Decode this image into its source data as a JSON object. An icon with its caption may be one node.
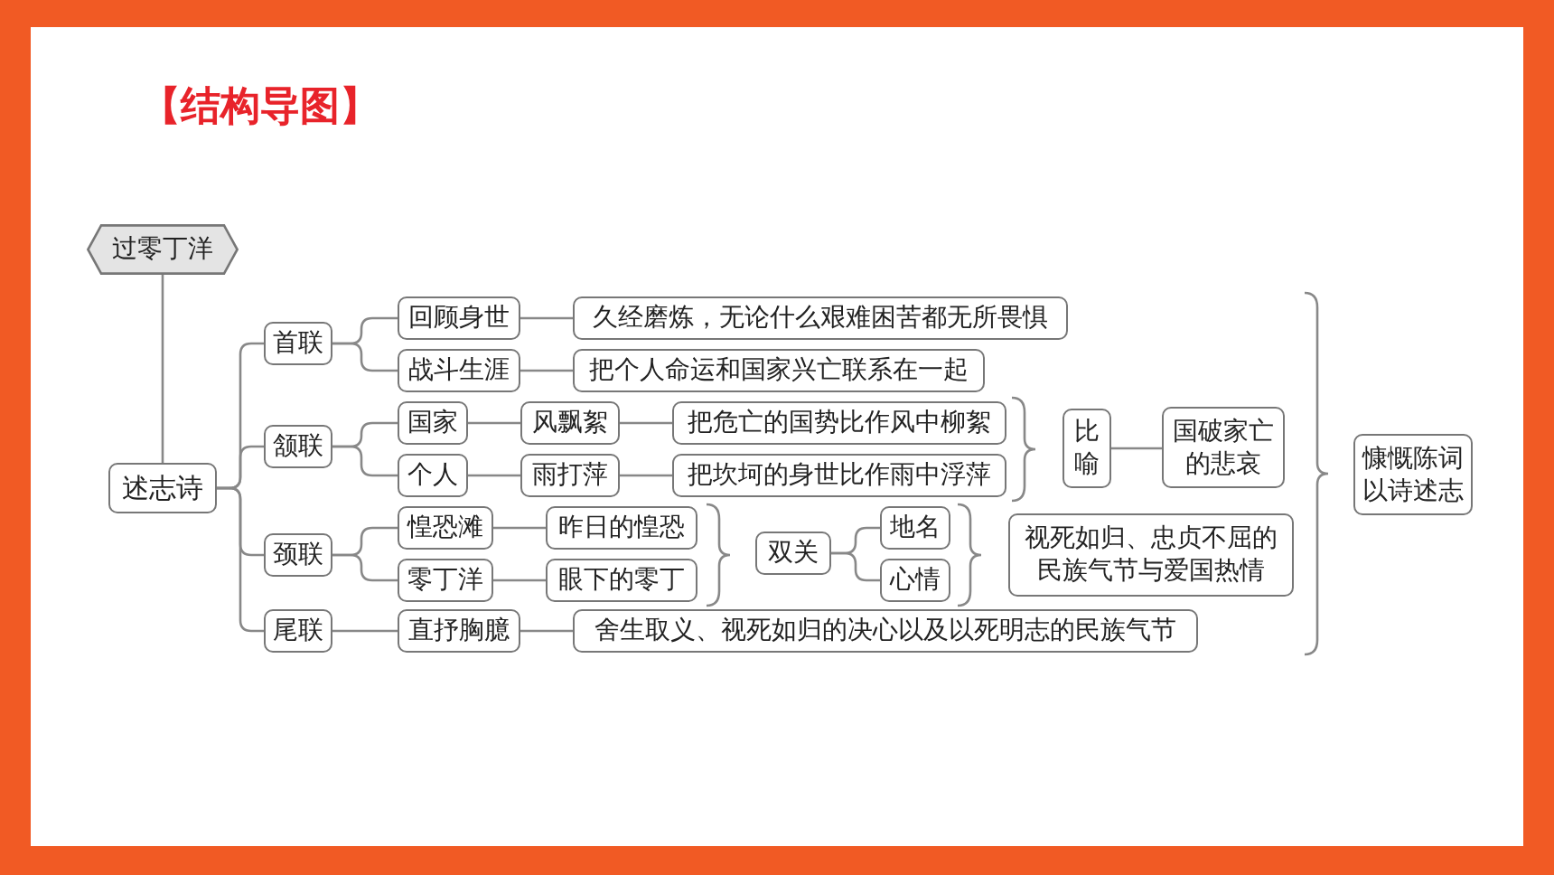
{
  "diagram": {
    "title": "【结构导图】",
    "nodes": [
      {
        "text": [
          "过零丁洋"
        ]
      },
      {
        "text": [
          "述志诗"
        ]
      },
      {
        "text": [
          "首联"
        ]
      },
      {
        "text": [
          "颔联"
        ]
      },
      {
        "text": [
          "颈联"
        ]
      },
      {
        "text": [
          "尾联"
        ]
      },
      {
        "text": [
          "回顾身世"
        ]
      },
      {
        "text": [
          "战斗生涯"
        ]
      },
      {
        "text": [
          "国家"
        ]
      },
      {
        "text": [
          "个人"
        ]
      },
      {
        "text": [
          "惶恐滩"
        ]
      },
      {
        "text": [
          "零丁洋"
        ]
      },
      {
        "text": [
          "直抒胸臆"
        ]
      },
      {
        "text": [
          "久经磨炼，无论什么艰难困苦都无所畏惧"
        ]
      },
      {
        "text": [
          "把个人命运和国家兴亡联系在一起"
        ]
      },
      {
        "text": [
          "风飘絮"
        ]
      },
      {
        "text": [
          "雨打萍"
        ]
      },
      {
        "text": [
          "把危亡的国势比作风中柳絮"
        ]
      },
      {
        "text": [
          "把坎坷的身世比作雨中浮萍"
        ]
      },
      {
        "text": [
          "昨日的惶恐"
        ]
      },
      {
        "text": [
          "眼下的零丁"
        ]
      },
      {
        "text": [
          "比喻"
        ]
      },
      {
        "text": [
          "国破家亡的悲哀"
        ]
      },
      {
        "text": [
          "双关"
        ]
      },
      {
        "text": [
          "地名"
        ]
      },
      {
        "text": [
          "心情"
        ]
      },
      {
        "text": [
          "视死如归、忠贞不屈的民族气节与爱国热情"
        ]
      },
      {
        "text": [
          "舍生取义、视死如归的决心以及以死明志的民族气节"
        ]
      },
      {
        "text": [
          "慷慨陈词以诗述志"
        ]
      }
    ],
    "edges": [
      {
        "from": 0,
        "to": 1,
        "arrow": "none"
      },
      {
        "from": 1,
        "to": 2,
        "arrow": "none"
      },
      {
        "from": 1,
        "to": 3,
        "arrow": "none"
      },
      {
        "from": 1,
        "to": 4,
        "arrow": "none"
      },
      {
        "from": 1,
        "to": 5,
        "arrow": "none"
      },
      {
        "from": 2,
        "to": 6,
        "arrow": "none"
      },
      {
        "from": 2,
        "to": 7,
        "arrow": "none"
      },
      {
        "from": 3,
        "to": 8,
        "arrow": "none"
      },
      {
        "from": 3,
        "to": 9,
        "arrow": "none"
      },
      {
        "from": 4,
        "to": 10,
        "arrow": "none"
      },
      {
        "from": 4,
        "to": 11,
        "arrow": "none"
      },
      {
        "from": 5,
        "to": 12,
        "arrow": "none"
      },
      {
        "from": 6,
        "to": 13,
        "arrow": "none"
      },
      {
        "from": 7,
        "to": 14,
        "arrow": "none"
      },
      {
        "from": 8,
        "to": 15,
        "arrow": "none"
      },
      {
        "from": 9,
        "to": 16,
        "arrow": "none"
      },
      {
        "from": 15,
        "to": 17,
        "arrow": "none"
      },
      {
        "from": 16,
        "to": 18,
        "arrow": "none"
      },
      {
        "from": 10,
        "to": 19,
        "arrow": "none"
      },
      {
        "from": 11,
        "to": 20,
        "arrow": "none"
      },
      {
        "from": 12,
        "to": 27,
        "arrow": "none"
      },
      {
        "from": 21,
        "to": 22,
        "arrow": "none"
      },
      {
        "from": 23,
        "to": 24,
        "arrow": "none"
      },
      {
        "from": 23,
        "to": 25,
        "arrow": "none"
      }
    ]
  }
}
